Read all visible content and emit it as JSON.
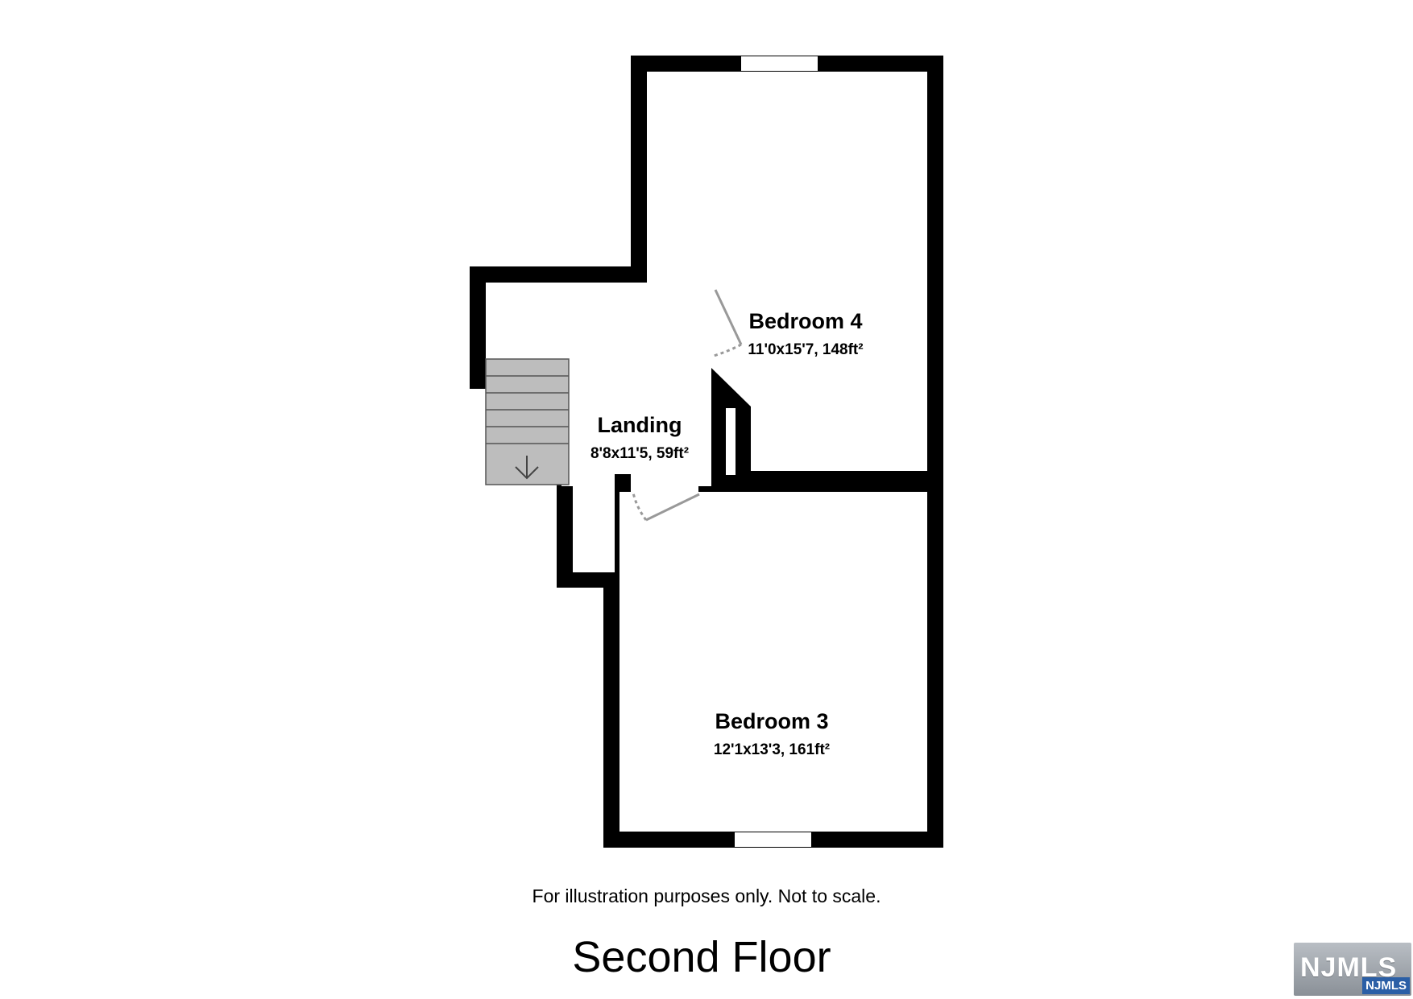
{
  "rooms": [
    {
      "name": "Bedroom 4",
      "dims": "11'0x15'7, 148ft²"
    },
    {
      "name": "Landing",
      "dims": "8'8x11'5, 59ft²"
    },
    {
      "name": "Bedroom 3",
      "dims": "12'1x13'3, 161ft²"
    }
  ],
  "disclaimer": "For illustration purposes only. Not to scale.",
  "floor_title": "Second Floor",
  "logo": {
    "main_text": "NJMLS",
    "tag_text": "NJMLS"
  },
  "colors": {
    "wall": "#000000",
    "stairs": "#bdbdbd",
    "door": "#999999",
    "background": "#ffffff"
  },
  "icons": {
    "stairs_direction": "arrow-down-icon"
  }
}
